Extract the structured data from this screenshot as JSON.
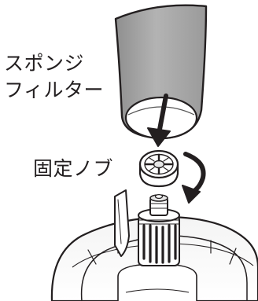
{
  "labels": {
    "sponge_filter_line1": "スポンジ",
    "sponge_filter_line2": "フィルター",
    "fixing_knob": "固定ノブ"
  },
  "colors": {
    "ink": "#231f20",
    "sponge_fill": "#a3a3a3",
    "sponge_inner": "#ffffff",
    "part_fill": "#ffffff",
    "part_shadow": "#e6e6e6"
  },
  "icons": {
    "downward_arrow": "arrow-down-icon",
    "rotation_arrow": "rotate-clockwise-icon"
  }
}
